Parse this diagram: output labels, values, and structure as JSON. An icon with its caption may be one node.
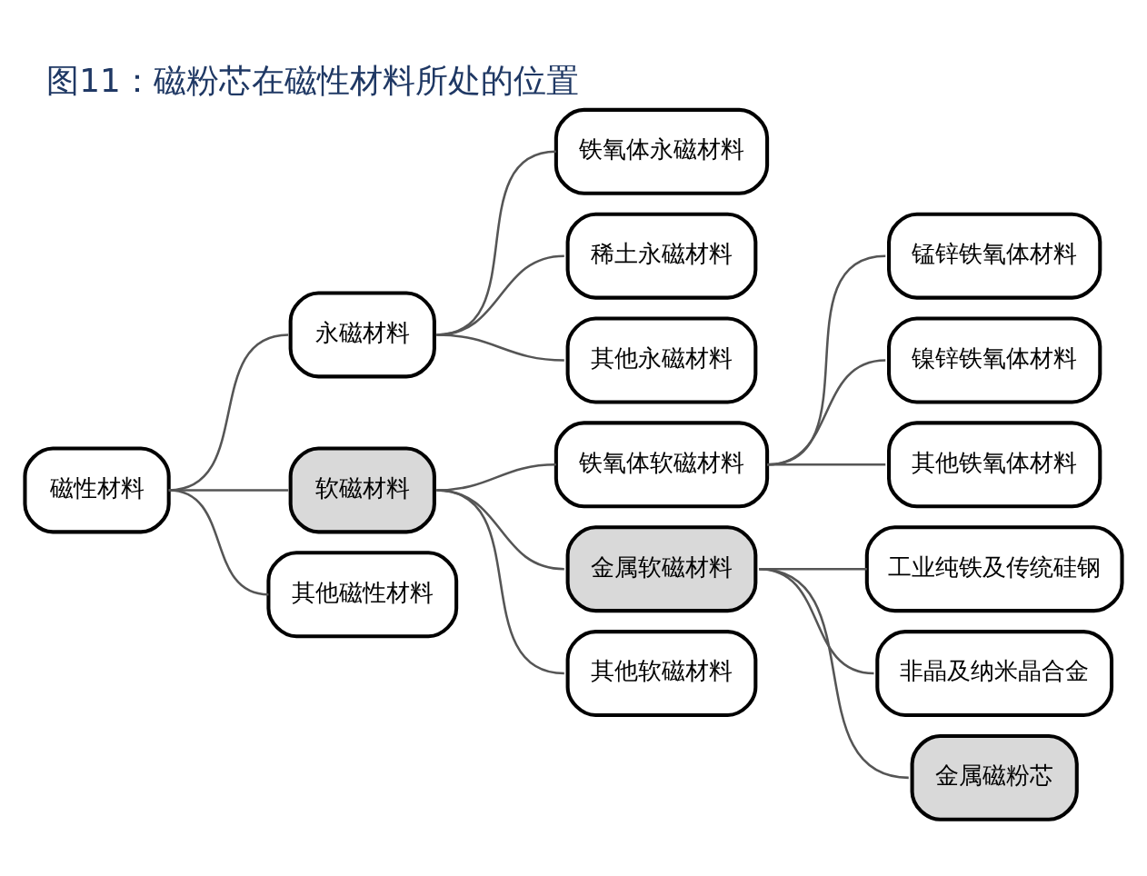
{
  "diagram": {
    "title": "图11：磁粉芯在磁性材料所处的位置",
    "nodes": [
      {
        "text": [
          "磁性材料"
        ]
      },
      {
        "text": [
          "永磁材料"
        ]
      },
      {
        "text": [
          "铁氧体永磁材料"
        ]
      },
      {
        "text": [
          "稀土永磁材料"
        ]
      },
      {
        "text": [
          "其他永磁材料"
        ]
      },
      {
        "text": [
          "软磁材料"
        ]
      },
      {
        "text": [
          "铁氧体软磁材料"
        ]
      },
      {
        "text": [
          "锰锌铁氧体材料"
        ]
      },
      {
        "text": [
          "镍锌铁氧体材料"
        ]
      },
      {
        "text": [
          "其他铁氧体材料"
        ]
      },
      {
        "text": [
          "金属软磁材料"
        ]
      },
      {
        "text": [
          "工业纯铁及传统硅钢"
        ]
      },
      {
        "text": [
          "非晶及纳米晶合金"
        ]
      },
      {
        "text": [
          "金属磁粉芯"
        ]
      },
      {
        "text": [
          "其他软磁材料"
        ]
      },
      {
        "text": [
          "其他磁性材料"
        ]
      }
    ],
    "edges": [
      {
        "from": 0,
        "to": 1,
        "arrow": "none"
      },
      {
        "from": 0,
        "to": 5,
        "arrow": "none"
      },
      {
        "from": 0,
        "to": 15,
        "arrow": "none"
      },
      {
        "from": 1,
        "to": 2,
        "arrow": "none"
      },
      {
        "from": 1,
        "to": 3,
        "arrow": "none"
      },
      {
        "from": 1,
        "to": 4,
        "arrow": "none"
      },
      {
        "from": 5,
        "to": 6,
        "arrow": "none"
      },
      {
        "from": 5,
        "to": 10,
        "arrow": "none"
      },
      {
        "from": 5,
        "to": 14,
        "arrow": "none"
      },
      {
        "from": 6,
        "to": 7,
        "arrow": "none"
      },
      {
        "from": 6,
        "to": 8,
        "arrow": "none"
      },
      {
        "from": 6,
        "to": 9,
        "arrow": "none"
      },
      {
        "from": 10,
        "to": 11,
        "arrow": "none"
      },
      {
        "from": 10,
        "to": 12,
        "arrow": "none"
      },
      {
        "from": 10,
        "to": 13,
        "arrow": "none"
      }
    ]
  }
}
